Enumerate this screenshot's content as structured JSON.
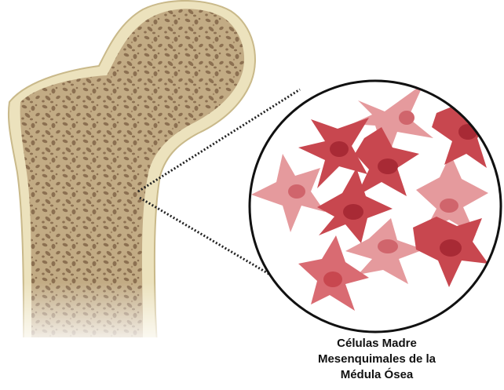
{
  "caption": {
    "line1": "Células Madre",
    "line2": "Mesenquimales de la",
    "line3": "Médula Ósea"
  },
  "colors": {
    "bone_fill": "#ece2bd",
    "bone_outline": "#c9b98a",
    "trabecular_bg": "#c2ab84",
    "trabecular_pores": "#8c7051",
    "dotted_line": "#222222",
    "circle_outline": "#111111",
    "cell_dark": "#c8474f",
    "cell_medium": "#d96b72",
    "cell_light": "#e59a9d",
    "nucleus_dark": "#a82a35",
    "nucleus_light": "#d0656c"
  },
  "icons": [
    "femur-bone-illustration",
    "magnified-cell-circle",
    "mesenchymal-stem-cell"
  ]
}
